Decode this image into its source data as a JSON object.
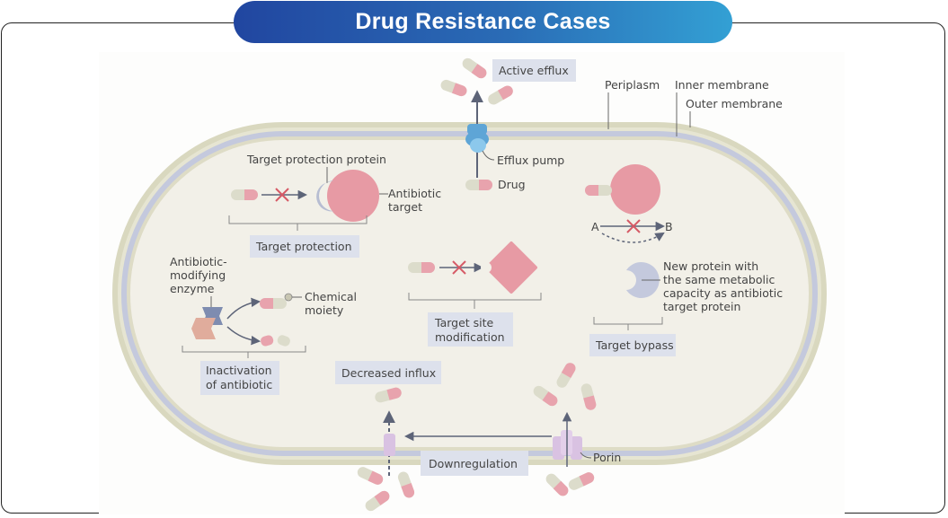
{
  "title": "Drug Resistance Cases",
  "colors": {
    "title_gradient_start": "#2146a0",
    "title_gradient_end": "#33a0d4",
    "cytoplasm": "#f2f0e8",
    "membrane_outer": "#d9d8bf",
    "periplasm": "#c4c9dd",
    "antibiotic_target": "#e79aa4",
    "drug_pink": "#e8a3ad",
    "drug_cream": "#dcdccb",
    "protection_protein": "#b7bdd2",
    "efflux_pump": "#6eb2dd",
    "porin": "#d9c2e2",
    "mechanism_box": "#dde1ec",
    "block_cross": "#d65a66",
    "arrow": "#5d6478"
  },
  "membrane_labels": {
    "periplasm": "Periplasm",
    "inner_membrane": "Inner membrane",
    "outer_membrane": "Outer membrane"
  },
  "efflux": {
    "box": "Active efflux",
    "pump_label": "Efflux pump",
    "drug_label": "Drug"
  },
  "target_protection": {
    "protein_label": "Target protection protein",
    "target_label_line1": "Antibiotic",
    "target_label_line2": "target",
    "box": "Target protection"
  },
  "inactivation": {
    "enzyme_line1": "Antibiotic-",
    "enzyme_line2": "modifying",
    "enzyme_line3": "enzyme",
    "moiety_line1": "Chemical",
    "moiety_line2": "moiety",
    "box_line1": "Inactivation",
    "box_line2": "of antibiotic"
  },
  "site_modification": {
    "box_line1": "Target site",
    "box_line2": "modification"
  },
  "target_bypass": {
    "pathway_a": "A",
    "pathway_b": "B",
    "new_protein_line1": "New protein with",
    "new_protein_line2": "the same metabolic",
    "new_protein_line3": "capacity as antibiotic",
    "new_protein_line4": "target protein",
    "box": "Target bypass"
  },
  "influx": {
    "box": "Decreased influx",
    "downregulation": "Downregulation",
    "porin_label": "Porin"
  }
}
